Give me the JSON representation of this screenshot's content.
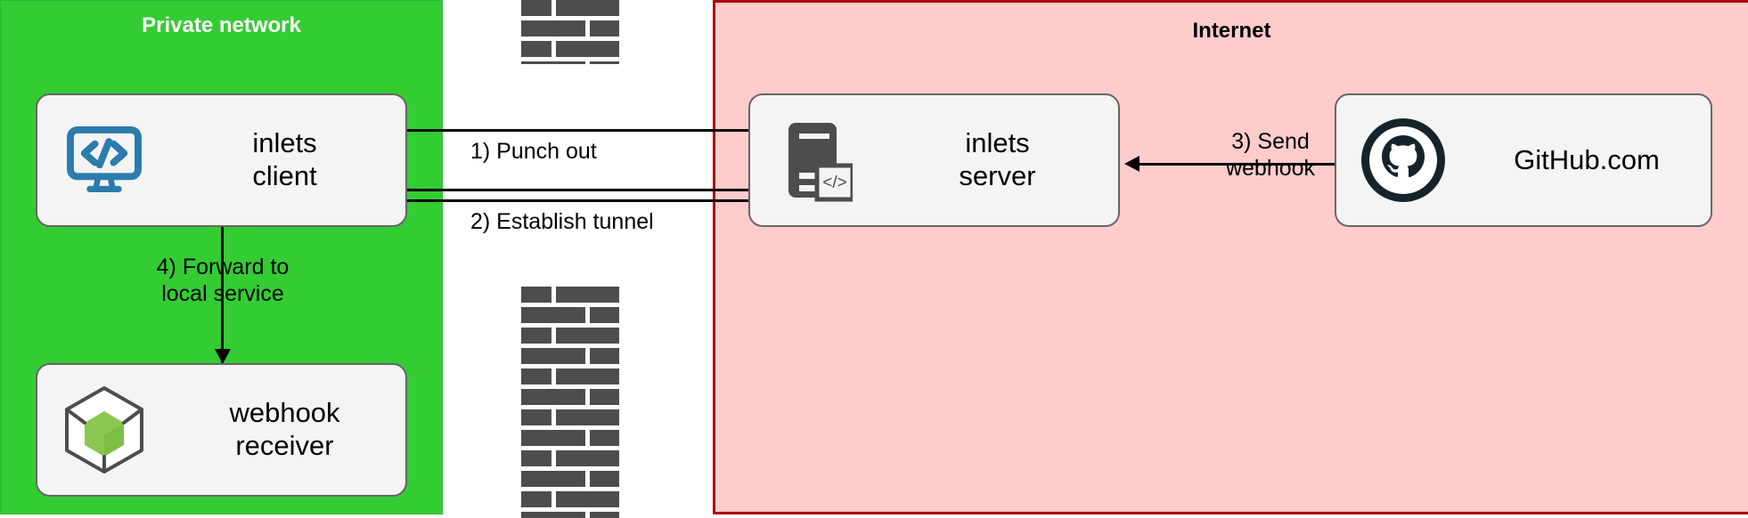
{
  "diagram": {
    "title": "inlets tunnel for GitHub webhooks",
    "zones": [
      {
        "id": "private",
        "label": "Private network",
        "color": "#33cc33",
        "text_color": "#ffffff"
      },
      {
        "id": "internet",
        "label": "Internet",
        "color": "#ffcccc",
        "border_color": "#b20000",
        "text_color": "#000000"
      }
    ],
    "nodes": [
      {
        "id": "inlets-client",
        "label": "inlets\nclient",
        "icon": "code-monitor-icon",
        "zone": "private"
      },
      {
        "id": "webhook-receiver",
        "label": "webhook\nreceiver",
        "icon": "cube-package-icon",
        "zone": "private"
      },
      {
        "id": "inlets-server",
        "label": "inlets\nserver",
        "icon": "server-code-icon",
        "zone": "internet"
      },
      {
        "id": "github",
        "label": "GitHub.com",
        "icon": "github-octocat-icon",
        "zone": "internet"
      }
    ],
    "edges": [
      {
        "id": "e1",
        "label": "1) Punch out",
        "from": "inlets-client",
        "to": "inlets-server",
        "style": "arrow-right"
      },
      {
        "id": "e2",
        "label": "2) Establish tunnel",
        "from": "inlets-client",
        "to": "inlets-server",
        "style": "double-line"
      },
      {
        "id": "e3",
        "label": "3) Send\nwebhook",
        "from": "github",
        "to": "inlets-server",
        "style": "arrow-left"
      },
      {
        "id": "e4",
        "label": "4) Forward to\nlocal service",
        "from": "inlets-client",
        "to": "webhook-receiver",
        "style": "arrow-down"
      }
    ],
    "firewalls": [
      {
        "id": "firewall-top",
        "icon": "brick-wall-icon"
      },
      {
        "id": "firewall-bottom",
        "icon": "brick-wall-icon"
      }
    ],
    "colors": {
      "private_network_fill": "#33cc33",
      "internet_fill": "#ffcccc",
      "internet_border": "#b20000",
      "node_fill": "#f4f4f4",
      "node_border": "#666666",
      "brick": "#4d4d4d",
      "client_icon": "#2b7cad",
      "server_icon": "#4d4d4d",
      "github_icon": "#16232b",
      "cube_accent": "#8cc751"
    }
  }
}
